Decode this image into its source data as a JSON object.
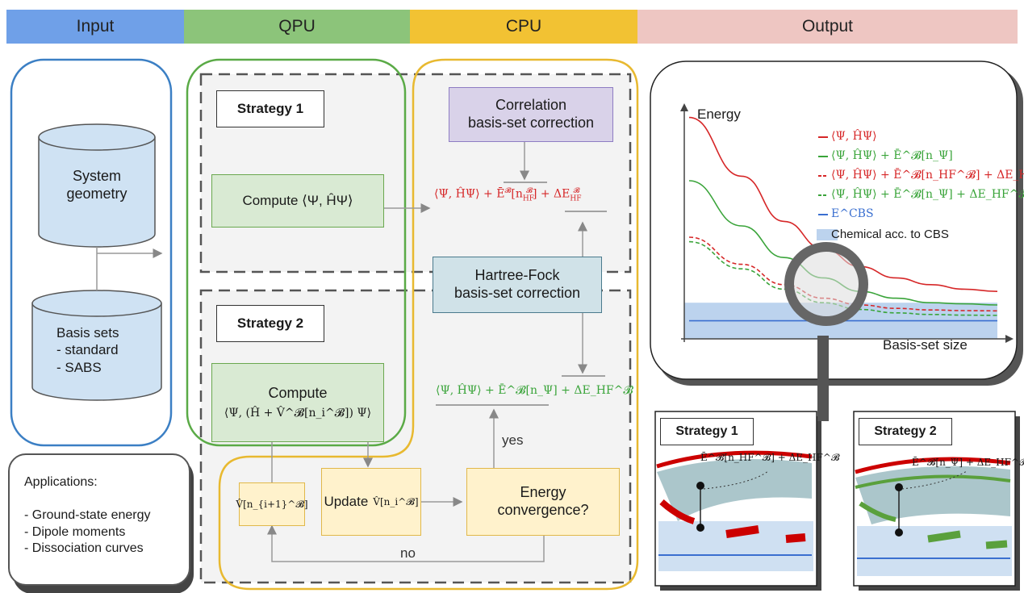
{
  "headers": {
    "input": "Input",
    "qpu": "QPU",
    "cpu": "CPU",
    "output": "Output"
  },
  "colors": {
    "input": "#6fa0e8",
    "qpu": "#8cc47a",
    "cpu": "#f2c233",
    "output": "#eec6c2",
    "red": "#d62728",
    "green": "#3aa43a"
  },
  "input_panel": {
    "geometry_line1": "System",
    "geometry_line2": "geometry",
    "basis_line1": "Basis sets",
    "basis_line2": "- standard",
    "basis_line3": "- SABS"
  },
  "applications": {
    "title": "Applications:",
    "items": [
      "- Ground-state energy",
      "- Dipole moments",
      "- Dissociation curves"
    ]
  },
  "strategy1": {
    "label": "Strategy 1",
    "compute": "Compute ⟨Ψ, ĤΨ⟩",
    "correlation_line1": "Correlation",
    "correlation_line2": "basis-set correction",
    "result_a": "⟨Ψ, ĤΨ⟩",
    "result_b": " + Ē",
    "result_b_sup": "𝓑",
    "result_c": "[n",
    "result_c_sub": "HF",
    "result_c_sup": "𝓑",
    "result_d": "] + ΔE",
    "result_d_sub": "HF",
    "result_d_sup": "𝓑"
  },
  "hartree_fock": {
    "line1": "Hartree-Fock",
    "line2": "basis-set correction"
  },
  "strategy2": {
    "label": "Strategy 2",
    "compute_title": "Compute",
    "compute_formula": "⟨Ψ, (Ĥ + V̂^𝓑[n_i^𝓑]) Ψ⟩",
    "result": "⟨Ψ, ĤΨ⟩ + Ē^𝓑[n_Ψ] + ΔE_HF^𝓑",
    "yes": "yes",
    "no": "no",
    "next_potential": "V̂[n_{i+1}^𝓑]",
    "update_prefix": "Update",
    "update_formula": "V̂[n_i^𝓑]",
    "convergence_line1": "Energy",
    "convergence_line2": "convergence?"
  },
  "chart_data": {
    "type": "line",
    "xlabel": "Basis-set size",
    "ylabel": "Energy",
    "grid": false,
    "legend_position": "top-right",
    "series": [
      {
        "name": "⟨Ψ, ĤΨ⟩",
        "color": "#d62728",
        "style": "solid",
        "values": [
          0.98,
          0.72,
          0.52,
          0.4,
          0.32,
          0.27,
          0.24,
          0.22,
          0.21
        ]
      },
      {
        "name": "⟨Ψ, ĤΨ⟩ + Ē^𝓑[n_Ψ]",
        "color": "#3aa43a",
        "style": "solid",
        "values": [
          0.7,
          0.5,
          0.36,
          0.27,
          0.21,
          0.18,
          0.16,
          0.155,
          0.15
        ]
      },
      {
        "name": "⟨Ψ, ĤΨ⟩ + Ē^𝓑[n_HF^𝓑] + ΔE_HF^𝓑",
        "color": "#d62728",
        "style": "dashed",
        "values": [
          0.45,
          0.33,
          0.24,
          0.18,
          0.15,
          0.135,
          0.128,
          0.125,
          0.124
        ]
      },
      {
        "name": "⟨Ψ, ĤΨ⟩ + Ē^𝓑[n_Ψ] + ΔE_HF^𝓑",
        "color": "#3aa43a",
        "style": "dashed",
        "values": [
          0.43,
          0.31,
          0.22,
          0.16,
          0.13,
          0.115,
          0.108,
          0.105,
          0.104
        ]
      },
      {
        "name": "E^CBS",
        "color": "#3a6fd0",
        "style": "solid",
        "values": [
          0.08,
          0.08,
          0.08,
          0.08,
          0.08,
          0.08,
          0.08,
          0.08,
          0.08
        ]
      }
    ],
    "band": {
      "name": "Chemical acc. to CBS",
      "color": "#bcd3ee",
      "range": [
        0.0,
        0.16
      ]
    },
    "legend_labels": {
      "s1": "⟨Ψ, ĤΨ⟩",
      "s2": "⟨Ψ, ĤΨ⟩ + Ē^𝓑[n_Ψ]",
      "s3": "⟨Ψ, ĤΨ⟩ + Ē^𝓑[n_HF^𝓑] + ΔE_HF^𝓑",
      "s4": "⟨Ψ, ĤΨ⟩ + Ē^𝓑[n_Ψ] + ΔE_HF^𝓑",
      "s5": "E^CBS",
      "band": "Chemical acc. to CBS"
    }
  },
  "zoom_insets": {
    "strategy1_label": "Strategy 1",
    "strategy1_formula": "Ē^𝓑[n_HF^𝓑] + ΔE_HF^𝓑",
    "strategy2_label": "Strategy 2",
    "strategy2_formula": "Ē^𝓑[n_Ψ] + ΔE_HF^𝓑"
  },
  "icons": {
    "database": "database-cylinder-icon",
    "magnifier": "magnifying-glass-icon"
  }
}
